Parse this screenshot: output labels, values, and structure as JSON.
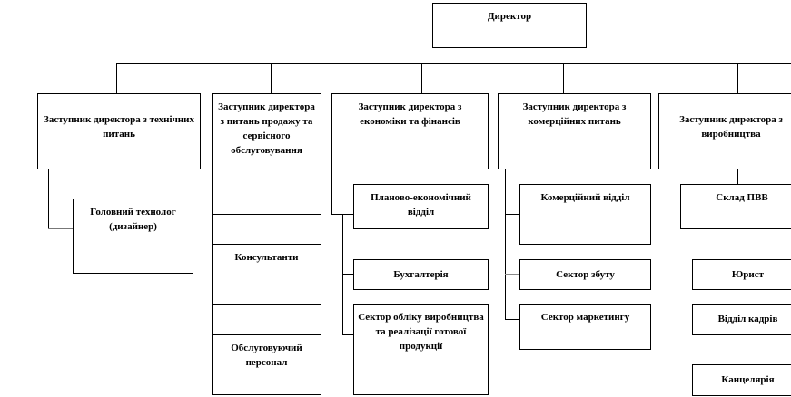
{
  "director": "Директор",
  "deputies": [
    {
      "title": "Заступник директора з технічних питань",
      "units": [
        "Головний технолог (дизайнер)"
      ]
    },
    {
      "title": "Заступник директора з питань продажу та сервісного обслуговування",
      "units": [
        "Консультанти",
        "Обслуговуючий персонал"
      ]
    },
    {
      "title": "Заступник директора з економіки та фінансів",
      "units": [
        "Планово-економічний відділ",
        "Бухгалтерія",
        "Сектор обліку виробництва та реалізації готової продукції"
      ]
    },
    {
      "title": "Заступник директора з комерційних питань",
      "units": [
        "Комерційний відділ",
        "Сектор збуту",
        "Сектор маркетингу"
      ]
    },
    {
      "title": "Заступник директора з виробництва",
      "units": [
        "Склад ПВВ",
        "Юрист",
        "Відділ кадрів",
        "Канцелярія"
      ]
    }
  ]
}
